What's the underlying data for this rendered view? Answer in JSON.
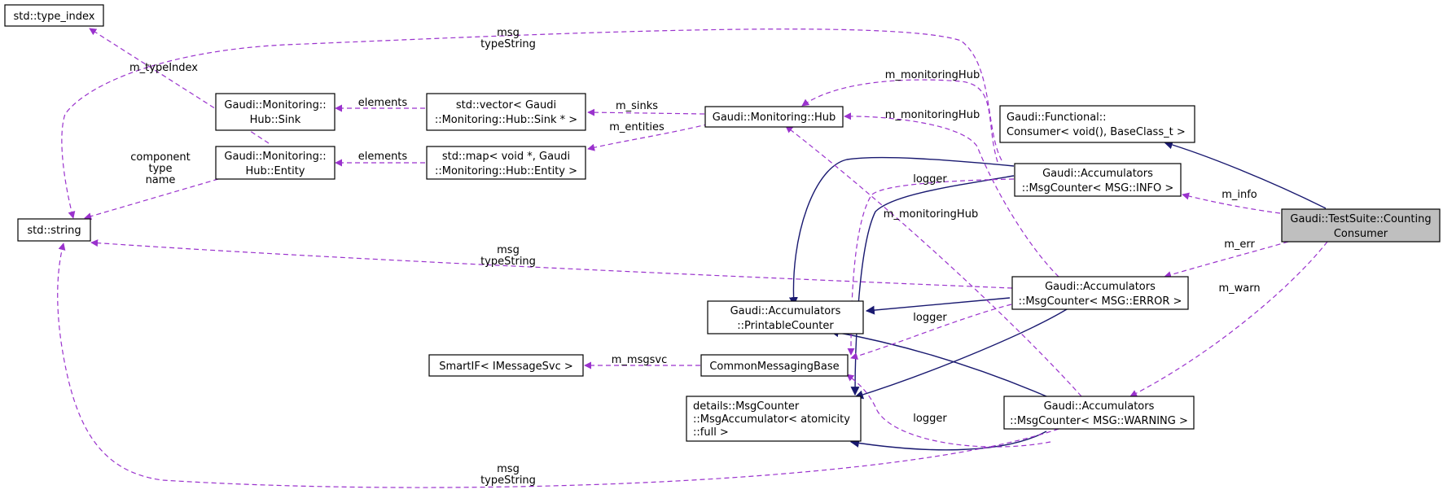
{
  "nodes": {
    "type_index": [
      "std::type_index"
    ],
    "hub_sink": [
      "Gaudi::Monitoring::",
      "Hub::Sink"
    ],
    "vector_sink": [
      "std::vector< Gaudi",
      "::Monitoring::Hub::Sink * >"
    ],
    "monitoring_hub": [
      "Gaudi::Monitoring::Hub"
    ],
    "functional_consumer": [
      "Gaudi::Functional::",
      "Consumer< void(), BaseClass_t >"
    ],
    "hub_entity": [
      "Gaudi::Monitoring::",
      "Hub::Entity"
    ],
    "map_entity": [
      "std::map< void *, Gaudi",
      "::Monitoring::Hub::Entity >"
    ],
    "msgcounter_info": [
      "Gaudi::Accumulators",
      "::MsgCounter< MSG::INFO >"
    ],
    "std_string": [
      "std::string"
    ],
    "counting_consumer": [
      "Gaudi::TestSuite::Counting",
      "Consumer"
    ],
    "msgcounter_error": [
      "Gaudi::Accumulators",
      "::MsgCounter< MSG::ERROR >"
    ],
    "printable_counter": [
      "Gaudi::Accumulators",
      "::PrintableCounter"
    ],
    "smartif": [
      "SmartIF< IMessageSvc >"
    ],
    "common_messaging": [
      "CommonMessagingBase"
    ],
    "msg_accumulator": [
      "details::MsgCounter",
      "::MsgAccumulator< atomicity",
      "::full >"
    ],
    "msgcounter_warning": [
      "Gaudi::Accumulators",
      "::MsgCounter< MSG::WARNING >"
    ]
  },
  "edge_labels": {
    "typeindex": [
      "m_typeIndex"
    ],
    "msg_type_top": [
      "msg",
      "typeString"
    ],
    "hub_monitoring_top": [
      "m_monitoringHub"
    ],
    "elements_sink": [
      "elements"
    ],
    "m_sinks": [
      "m_sinks"
    ],
    "m_entities": [
      "m_entities"
    ],
    "hub_monitoring_mid": [
      "m_monitoringHub"
    ],
    "component_type_name": [
      "component",
      "type",
      "name"
    ],
    "elements_entity": [
      "elements"
    ],
    "logger_info": [
      "logger"
    ],
    "m_info": [
      "m_info"
    ],
    "hub_monitoring_low": [
      "m_monitoringHub"
    ],
    "m_err": [
      "m_err"
    ],
    "msg_type_mid": [
      "msg",
      "typeString"
    ],
    "m_warn": [
      "m_warn"
    ],
    "logger_error": [
      "logger"
    ],
    "m_msgsvc": [
      "m_msgsvc"
    ],
    "logger_warning": [
      "logger"
    ],
    "msg_type_bottom": [
      "msg",
      "typeString"
    ]
  },
  "colors": {
    "inheritance": "#191970",
    "usage": "#9a32cd",
    "highlight_fill": "#bfbfbf"
  }
}
